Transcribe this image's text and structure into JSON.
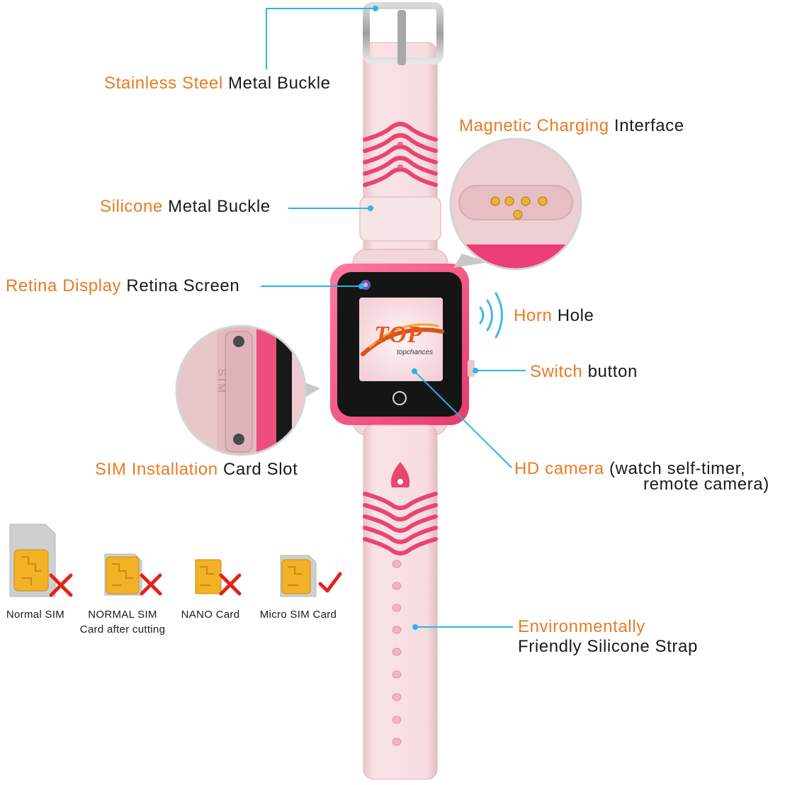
{
  "colors": {
    "accent": "#ea7a23",
    "leader": "#29b6e6",
    "strap": "#f6d8dc",
    "case": "#f0457a",
    "text": "#1a1a1a"
  },
  "labels": {
    "buckle": {
      "highlight": "Stainless Steel",
      "rest": " Metal Buckle"
    },
    "charging": {
      "highlight": "Magnetic Charging",
      "rest": " Interface"
    },
    "silicone": {
      "highlight": "Silicone",
      "rest": " Metal Buckle"
    },
    "retina": {
      "highlight": "Retina Display",
      "rest": " Retina Screen"
    },
    "horn": {
      "highlight": "Horn",
      "rest": " Hole"
    },
    "switch": {
      "highlight": "Switch",
      "rest": " button"
    },
    "sim": {
      "highlight": "SIM Installation",
      "rest": " Card Slot"
    },
    "camera": {
      "highlight": "HD camera",
      "rest": " (watch self-timer,",
      "line2": "remote camera)"
    },
    "strap": {
      "highlight": "Environmentally",
      "line2": "Friendly Silicone Strap"
    }
  },
  "screen": {
    "logo": "TOP",
    "brand": "topchances"
  },
  "sim_slot_text": "SIM",
  "sim_cards": [
    {
      "caption": "Normal SIM",
      "caption2": "",
      "mark": "x"
    },
    {
      "caption": "NORMAL SIM",
      "caption2": "Card after cutting",
      "mark": "x"
    },
    {
      "caption": "NANO Card",
      "caption2": "",
      "mark": "x"
    },
    {
      "caption": "Micro SIM Card",
      "caption2": "",
      "mark": "check"
    }
  ]
}
